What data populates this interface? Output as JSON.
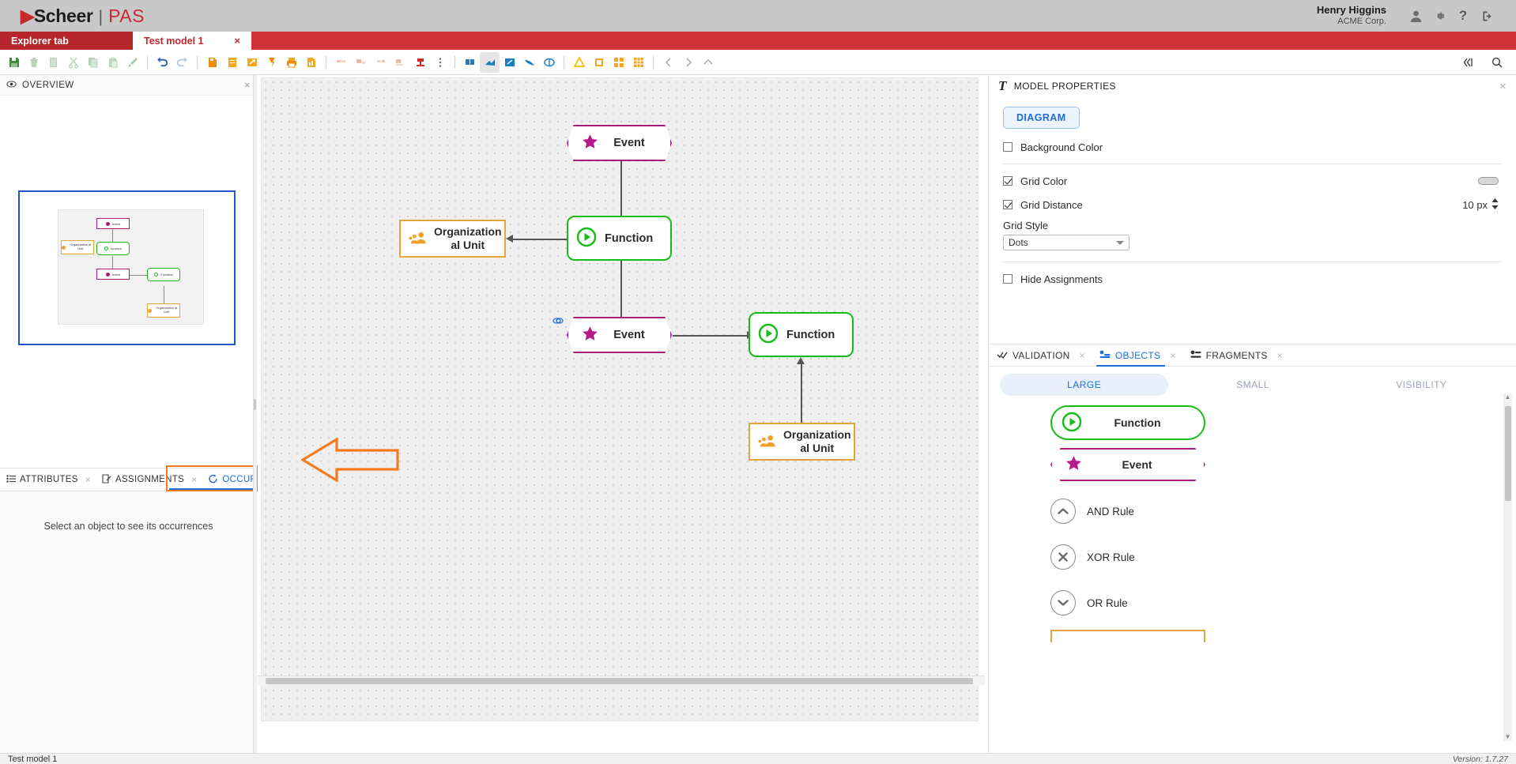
{
  "app": {
    "brand_mark": "▶",
    "brand_name": "Scheer",
    "brand_sep": "|",
    "brand_product": "PAS",
    "version": "Version: 1.7.27"
  },
  "user": {
    "name": "Henry Higgins",
    "org": "ACME Corp.",
    "icons": [
      "user-icon",
      "gear-icon",
      "help-icon",
      "logout-icon"
    ]
  },
  "tabs": [
    {
      "label": "Explorer tab",
      "active": false,
      "closable": false
    },
    {
      "label": "Test model 1",
      "active": true,
      "closable": true,
      "close": "×"
    }
  ],
  "toolbar": {
    "groups": [
      [
        "save-icon",
        "delete-icon",
        "copy-model-icon",
        "cut-icon",
        "copy-icon",
        "paste-icon",
        "format-paint-icon"
      ],
      [
        "undo-icon",
        "redo-icon"
      ],
      [
        "new-object-icon",
        "open-doc-icon",
        "export-icon",
        "import-icon",
        "print-icon",
        "report-icon"
      ],
      [
        "align-left-icon",
        "align-center-icon",
        "align-right-icon",
        "align-bottom-icon",
        "distribute-icon",
        "more-vertical-icon"
      ],
      [
        "layout-icon",
        "auto-layout-icon",
        "fit-icon",
        "connector-icon",
        "loop-icon"
      ],
      [
        "warning-icon",
        "annotation-icon",
        "grid-icon",
        "table-icon"
      ],
      [
        "prev-icon",
        "next-icon",
        "up-icon"
      ]
    ],
    "right_icons": [
      "collapse-panel-icon",
      "search-icon"
    ]
  },
  "left_panel": {
    "overview": {
      "title": "OVERVIEW",
      "icon": "eye-icon",
      "close": "×"
    },
    "bottom_tabs": [
      {
        "label": "ATTRIBUTES",
        "icon": "list-icon",
        "active": false,
        "close": "×"
      },
      {
        "label": "ASSIGNMENTS",
        "icon": "assignment-icon",
        "active": false,
        "close": "×"
      },
      {
        "label": "OCCURRENCES",
        "icon": "occurrences-icon",
        "active": true,
        "close": "×"
      }
    ],
    "occurrences_empty": "Select an object to see its occurrences"
  },
  "minimap": {
    "nodes": [
      {
        "label": "event",
        "type": "event"
      },
      {
        "label": "function",
        "type": "function"
      },
      {
        "label": "Organization al Unit",
        "type": "org"
      },
      {
        "label": "event",
        "type": "event"
      },
      {
        "label": "Function",
        "type": "function"
      },
      {
        "label": "Organization al Unit",
        "type": "org"
      }
    ]
  },
  "canvas": {
    "nodes": [
      {
        "id": "event1",
        "type": "event",
        "label": "Event"
      },
      {
        "id": "function1",
        "type": "function",
        "label": "Function"
      },
      {
        "id": "orgunit1",
        "type": "orgunit",
        "label": "Organization\nal Unit",
        "line1": "Organization",
        "line2": "al Unit"
      },
      {
        "id": "event2",
        "type": "event",
        "label": "Event"
      },
      {
        "id": "function2",
        "type": "function",
        "label": "Function"
      },
      {
        "id": "orgunit2",
        "type": "orgunit",
        "label": "Organization\nal Unit",
        "line1": "Organization",
        "line2": "al Unit"
      }
    ],
    "badge_icon": "assignment-badge-icon",
    "zoom": {
      "minus": "−",
      "plus": "+",
      "fit_icon": "fit-screen-icon",
      "center_icon": "center-icon"
    }
  },
  "model_properties": {
    "title": "MODEL PROPERTIES",
    "title_icon": "text-properties-icon",
    "close": "×",
    "chip": "DIAGRAM",
    "rows": [
      {
        "label": "Background Color",
        "checked": false,
        "value": ""
      },
      {
        "label": "Grid Color",
        "checked": true,
        "value": "",
        "swatch": "#d6d6d6"
      },
      {
        "label": "Grid Distance",
        "checked": true,
        "value": "10 px"
      },
      {
        "label": "Hide Assignments",
        "checked": false,
        "value": ""
      }
    ],
    "grid_style_label": "Grid Style",
    "grid_style_value": "Dots"
  },
  "object_panel": {
    "tabs": [
      {
        "label": "VALIDATION",
        "icon": "validation-icon",
        "active": false,
        "close": "×"
      },
      {
        "label": "OBJECTS",
        "icon": "objects-icon",
        "active": true,
        "close": "×"
      },
      {
        "label": "FRAGMENTS",
        "icon": "fragments-icon",
        "active": false,
        "close": "×"
      }
    ],
    "segments": [
      {
        "label": "LARGE",
        "active": true
      },
      {
        "label": "SMALL",
        "active": false
      },
      {
        "label": "VISIBILITY",
        "active": false
      }
    ],
    "items": [
      {
        "label": "Function",
        "type": "function"
      },
      {
        "label": "Event",
        "type": "event"
      },
      {
        "label": "AND Rule",
        "type": "rule",
        "glyph": "▲"
      },
      {
        "label": "XOR Rule",
        "type": "rule",
        "glyph": "✕"
      },
      {
        "label": "OR Rule",
        "type": "rule",
        "glyph": "▼"
      }
    ]
  },
  "status": {
    "model": "Test model 1"
  },
  "colors": {
    "brand_red": "#c8292e",
    "tab_red": "#cf3339",
    "function_green": "#16bd16",
    "event_magenta": "#a61e78",
    "orgunit_orange": "#e8a33d",
    "accent_blue": "#1b6fd6",
    "highlight_orange": "#f47b20"
  }
}
